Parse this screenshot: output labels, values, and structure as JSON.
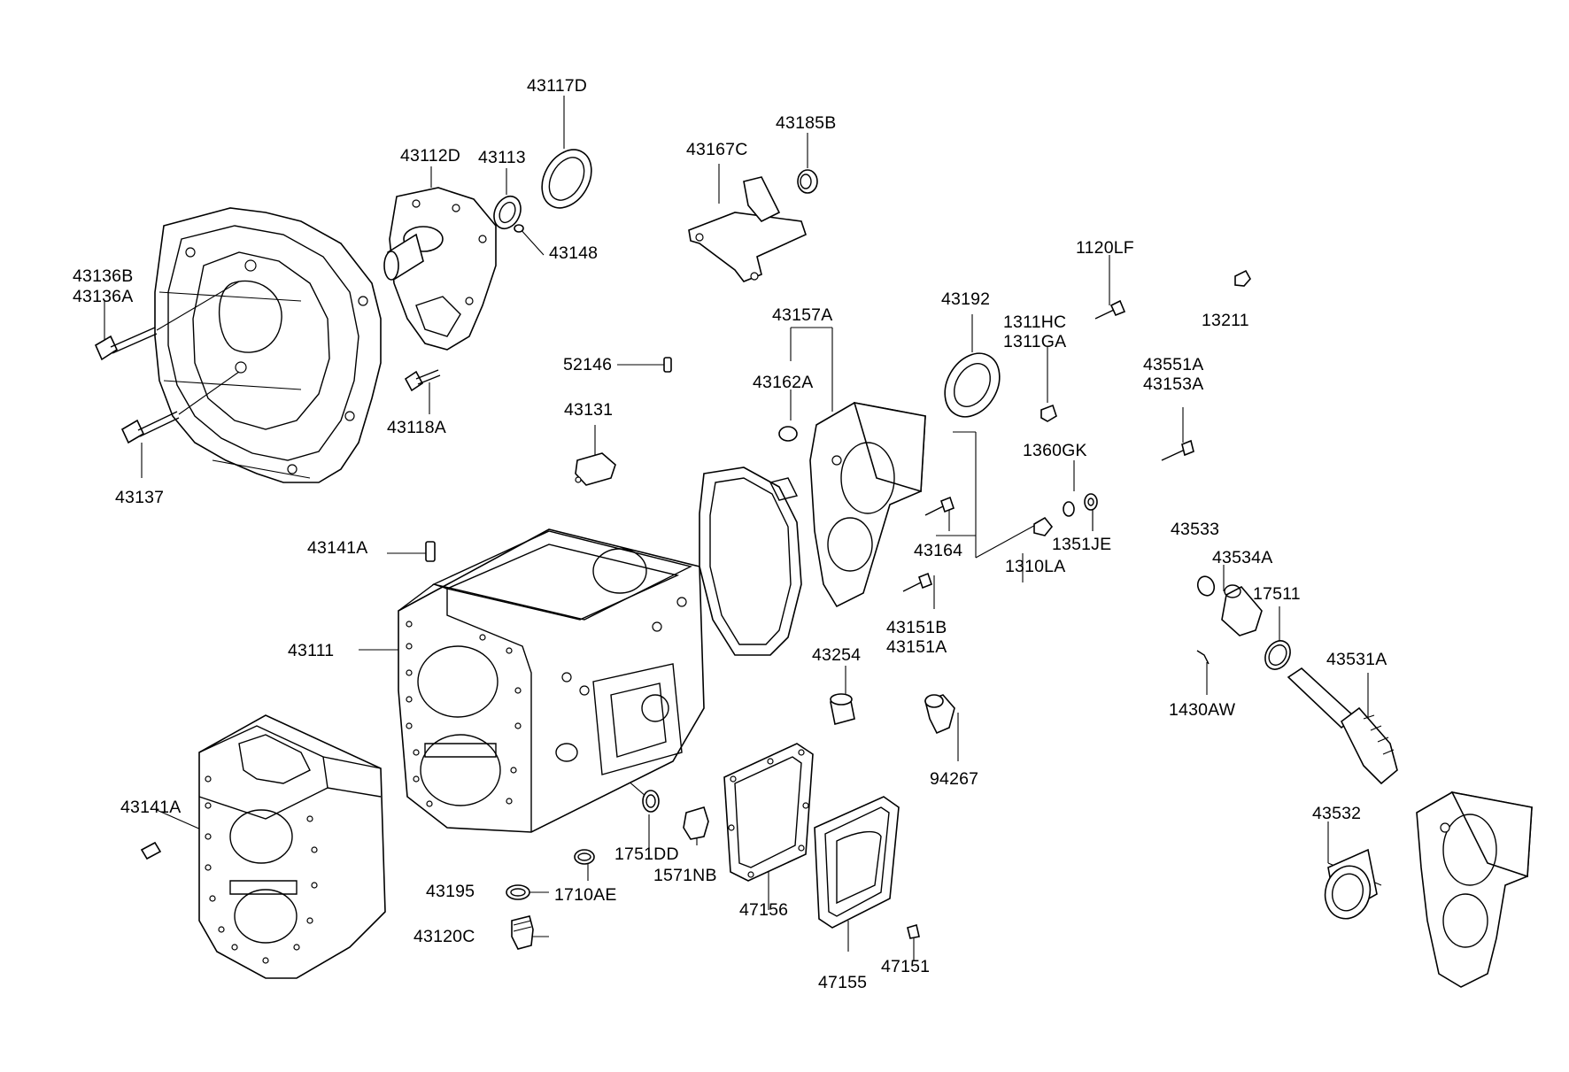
{
  "diagram": {
    "labels": {
      "p43117D": "43117D",
      "p43185B": "43185B",
      "p43112D": "43112D",
      "p43113": "43113",
      "p43167C": "43167C",
      "p43148": "43148",
      "p1120LF": "1120LF",
      "p43136B": "43136B",
      "p43136A": "43136A",
      "p43192": "43192",
      "p43157A": "43157A",
      "p1311HC": "1311HC",
      "p1311GA": "1311GA",
      "p13211": "13211",
      "p52146": "52146",
      "p43162A": "43162A",
      "p43551A": "43551A",
      "p43153A": "43153A",
      "p43118A": "43118A",
      "p43131": "43131",
      "p1360GK": "1360GK",
      "p43137": "43137",
      "p43533": "43533",
      "p43164": "43164",
      "p1351JE": "1351JE",
      "p43141A_top": "43141A",
      "p43534A": "43534A",
      "p1310LA": "1310LA",
      "p17511": "17511",
      "p43151B": "43151B",
      "p43151A": "43151A",
      "p43111": "43111",
      "p43254": "43254",
      "p43531A": "43531A",
      "p1430AW": "1430AW",
      "p94267": "94267",
      "p43141A_bottom": "43141A",
      "p43532": "43532",
      "p1751DD": "1751DD",
      "p1571NB": "1571NB",
      "p1710AE": "1710AE",
      "p43195": "43195",
      "p47156": "47156",
      "p43120C": "43120C",
      "p47155": "47155",
      "p47151": "47151"
    }
  }
}
